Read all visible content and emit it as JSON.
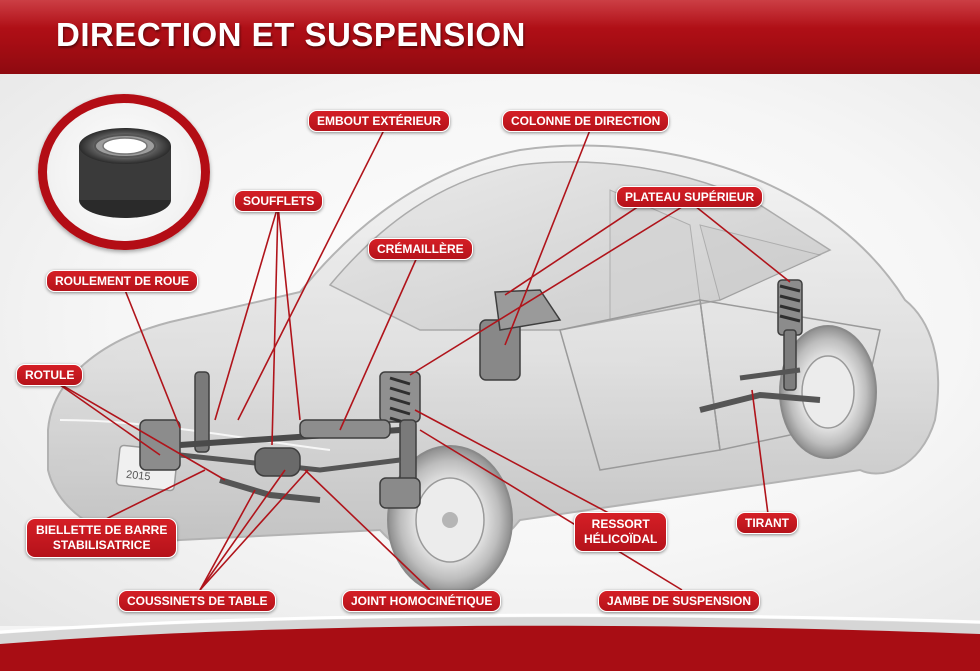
{
  "header": {
    "title": "DIRECTION ET SUSPENSION"
  },
  "colors": {
    "brand_red": "#b5121a",
    "leader_line": "#b0141b",
    "car_body": "#d8d8d8"
  },
  "inset": {
    "icon": "wheel-bearing-icon"
  },
  "labels": {
    "embout_exterieur": "EMBOUT EXTÉRIEUR",
    "colonne_direction": "COLONNE DE DIRECTION",
    "soufflets": "SOUFFLETS",
    "plateau_superieur": "PLATEAU SUPÉRIEUR",
    "cremaillere": "CRÉMAILLÈRE",
    "roulement_roue": "ROULEMENT DE ROUE",
    "rotule": "ROTULE",
    "biellette_line1": "BIELLETTE DE BARRE",
    "biellette_line2": "STABILISATRICE",
    "ressort_line1": "RESSORT",
    "ressort_line2": "HÉLICOÏDAL",
    "tirant": "TIRANT",
    "coussinets": "COUSSINETS DE TABLE",
    "joint_homocinetique": "JOINT HOMOCINÉTIQUE",
    "jambe_suspension": "JAMBE DE SUSPENSION"
  },
  "car": {
    "plate_text": "2015"
  }
}
